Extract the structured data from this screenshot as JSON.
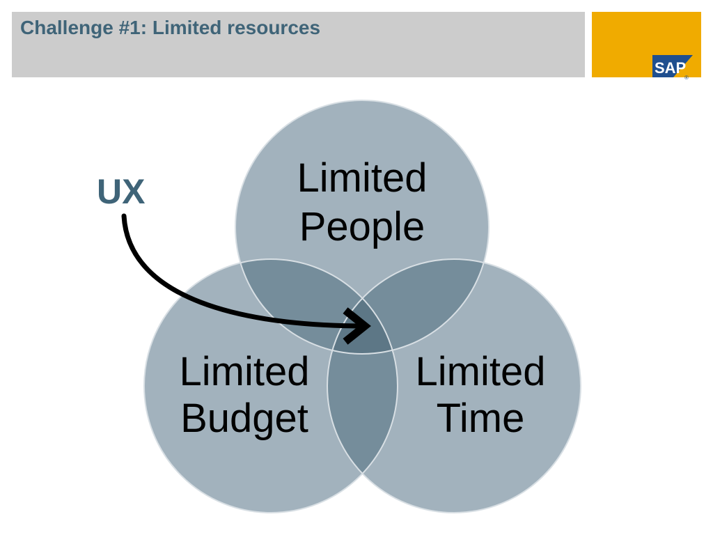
{
  "header": {
    "title": "Challenge #1: Limited resources"
  },
  "logo": {
    "text": "SAP",
    "mark": "®"
  },
  "diagram": {
    "circles": [
      {
        "line1": "Limited",
        "line2": "People"
      },
      {
        "line1": "Limited",
        "line2": "Budget"
      },
      {
        "line1": "Limited",
        "line2": "Time"
      }
    ],
    "pointer_label": "UX"
  },
  "colors": {
    "header_bg": "#cccccc",
    "title_text": "#3f6478",
    "logo_bg": "#f0ab00",
    "logo_badge": "#1f4f8f",
    "circle_fill": "#a2b2bd",
    "circle_stroke": "#d8dfe4",
    "overlap_pair": "#758d9b",
    "overlap_center": "#5d7786",
    "arrow": "#000000"
  }
}
